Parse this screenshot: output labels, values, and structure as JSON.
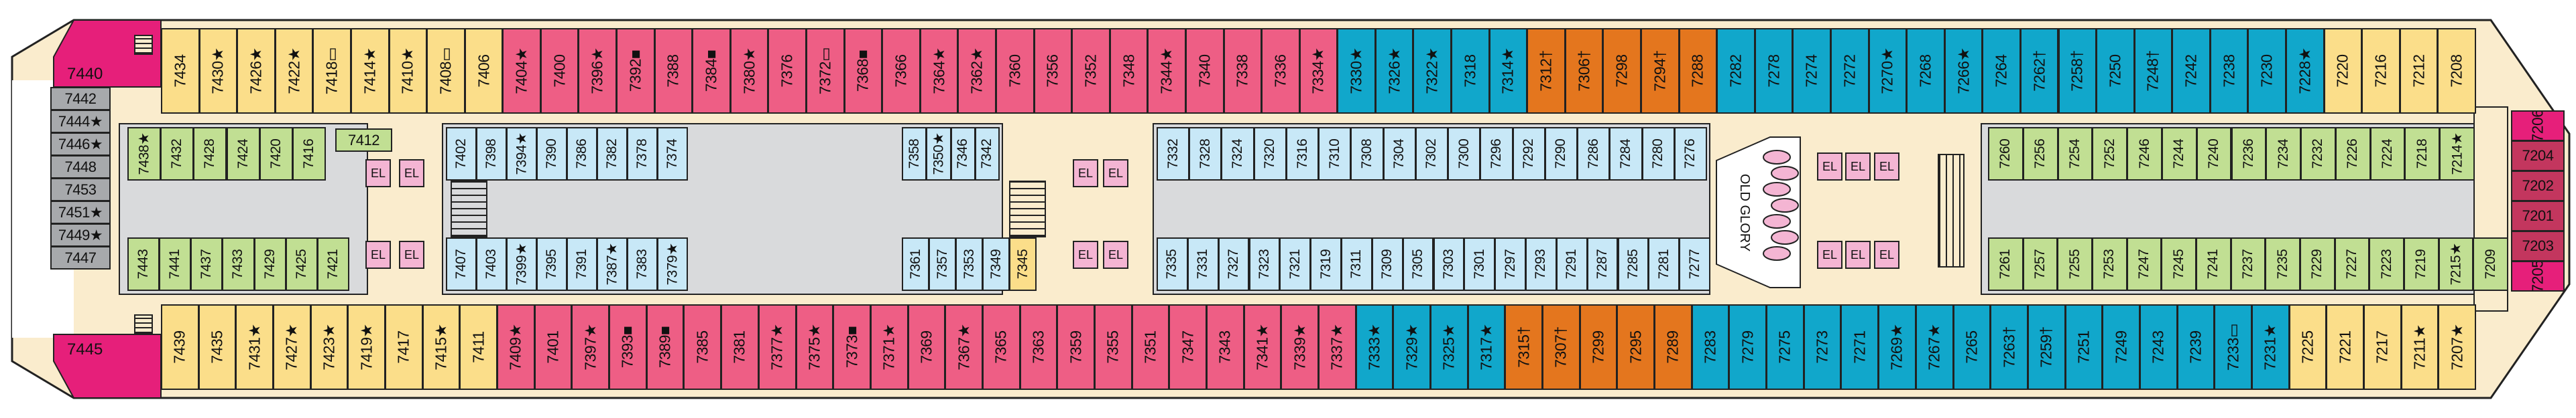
{
  "colors": {
    "pink": "#ee5e85",
    "orange": "#e4761e",
    "teal": "#11a7cb",
    "yellow": "#fbde8a",
    "green": "#c1df93",
    "lightblue": "#c8e8f7",
    "magenta": "#e61f7a",
    "maroon": "#c3365e",
    "gray": "#a7a9ac",
    "corridor": "#d9dadc",
    "deck": "#faeccd",
    "elevator": "#f4b5d3"
  },
  "labels": {
    "old_glory": "OLD GLORY",
    "elevator": "EL"
  },
  "top_row": [
    {
      "n": "7434",
      "c": "yellow"
    },
    {
      "n": "7430★",
      "c": "yellow"
    },
    {
      "n": "7426★",
      "c": "yellow"
    },
    {
      "n": "7422★",
      "c": "yellow"
    },
    {
      "n": "7418▭",
      "c": "yellow"
    },
    {
      "n": "7414★",
      "c": "yellow"
    },
    {
      "n": "7410★",
      "c": "yellow"
    },
    {
      "n": "7408▭",
      "c": "yellow"
    },
    {
      "n": "7406",
      "c": "yellow"
    },
    {
      "n": "7404★",
      "c": "pink"
    },
    {
      "n": "7400",
      "c": "pink"
    },
    {
      "n": "7396★",
      "c": "pink"
    },
    {
      "n": "7392■",
      "c": "pink"
    },
    {
      "n": "7388",
      "c": "pink"
    },
    {
      "n": "7384■",
      "c": "pink"
    },
    {
      "n": "7380★",
      "c": "pink"
    },
    {
      "n": "7376",
      "c": "pink"
    },
    {
      "n": "7372▭",
      "c": "pink"
    },
    {
      "n": "7368■",
      "c": "pink"
    },
    {
      "n": "7366",
      "c": "pink"
    },
    {
      "n": "7364★",
      "c": "pink"
    },
    {
      "n": "7362★",
      "c": "pink"
    },
    {
      "n": "7360",
      "c": "pink"
    },
    {
      "n": "7356",
      "c": "pink"
    },
    {
      "n": "7352",
      "c": "pink"
    },
    {
      "n": "7348",
      "c": "pink"
    },
    {
      "n": "7344★",
      "c": "pink"
    },
    {
      "n": "7340",
      "c": "pink"
    },
    {
      "n": "7338",
      "c": "pink"
    },
    {
      "n": "7336",
      "c": "pink"
    },
    {
      "n": "7334★",
      "c": "pink"
    },
    {
      "n": "7330★",
      "c": "teal"
    },
    {
      "n": "7326★",
      "c": "teal"
    },
    {
      "n": "7322★",
      "c": "teal"
    },
    {
      "n": "7318",
      "c": "teal"
    },
    {
      "n": "7314★",
      "c": "teal"
    },
    {
      "n": "7312†",
      "c": "orange"
    },
    {
      "n": "7306†",
      "c": "orange"
    },
    {
      "n": "7298",
      "c": "orange"
    },
    {
      "n": "7294†",
      "c": "orange"
    },
    {
      "n": "7288",
      "c": "orange"
    },
    {
      "n": "7282",
      "c": "teal"
    },
    {
      "n": "7278",
      "c": "teal"
    },
    {
      "n": "7274",
      "c": "teal"
    },
    {
      "n": "7272",
      "c": "teal"
    },
    {
      "n": "7270★",
      "c": "teal"
    },
    {
      "n": "7268",
      "c": "teal"
    },
    {
      "n": "7266★",
      "c": "teal"
    },
    {
      "n": "7264",
      "c": "teal"
    },
    {
      "n": "7262†",
      "c": "teal"
    },
    {
      "n": "7258†",
      "c": "teal"
    },
    {
      "n": "7250",
      "c": "teal"
    },
    {
      "n": "7248†",
      "c": "teal"
    },
    {
      "n": "7242",
      "c": "teal"
    },
    {
      "n": "7238",
      "c": "teal"
    },
    {
      "n": "7230",
      "c": "teal"
    },
    {
      "n": "7228★",
      "c": "teal"
    },
    {
      "n": "7220",
      "c": "yellow"
    },
    {
      "n": "7216",
      "c": "yellow"
    },
    {
      "n": "7212",
      "c": "yellow"
    },
    {
      "n": "7208",
      "c": "yellow"
    }
  ],
  "bottom_row": [
    {
      "n": "7439",
      "c": "yellow"
    },
    {
      "n": "7435",
      "c": "yellow"
    },
    {
      "n": "7431★",
      "c": "yellow"
    },
    {
      "n": "7427★",
      "c": "yellow"
    },
    {
      "n": "7423★",
      "c": "yellow"
    },
    {
      "n": "7419★",
      "c": "yellow"
    },
    {
      "n": "7417",
      "c": "yellow"
    },
    {
      "n": "7415★",
      "c": "yellow"
    },
    {
      "n": "7411",
      "c": "yellow"
    },
    {
      "n": "7409★",
      "c": "pink"
    },
    {
      "n": "7401",
      "c": "pink"
    },
    {
      "n": "7397★",
      "c": "pink"
    },
    {
      "n": "7393■",
      "c": "pink"
    },
    {
      "n": "7389■",
      "c": "pink"
    },
    {
      "n": "7385",
      "c": "pink"
    },
    {
      "n": "7381",
      "c": "pink"
    },
    {
      "n": "7377★",
      "c": "pink"
    },
    {
      "n": "7375★",
      "c": "pink"
    },
    {
      "n": "7373■",
      "c": "pink"
    },
    {
      "n": "7371★",
      "c": "pink"
    },
    {
      "n": "7369",
      "c": "pink"
    },
    {
      "n": "7367★",
      "c": "pink"
    },
    {
      "n": "7365",
      "c": "pink"
    },
    {
      "n": "7363",
      "c": "pink"
    },
    {
      "n": "7359",
      "c": "pink"
    },
    {
      "n": "7355",
      "c": "pink"
    },
    {
      "n": "7351",
      "c": "pink"
    },
    {
      "n": "7347",
      "c": "pink"
    },
    {
      "n": "7343",
      "c": "pink"
    },
    {
      "n": "7341★",
      "c": "pink"
    },
    {
      "n": "7339★",
      "c": "pink"
    },
    {
      "n": "7337★",
      "c": "pink"
    },
    {
      "n": "7333★",
      "c": "teal"
    },
    {
      "n": "7329★",
      "c": "teal"
    },
    {
      "n": "7325★",
      "c": "teal"
    },
    {
      "n": "7317★",
      "c": "teal"
    },
    {
      "n": "7315†",
      "c": "orange"
    },
    {
      "n": "7307†",
      "c": "orange"
    },
    {
      "n": "7299",
      "c": "orange"
    },
    {
      "n": "7295",
      "c": "orange"
    },
    {
      "n": "7289",
      "c": "orange"
    },
    {
      "n": "7283",
      "c": "teal"
    },
    {
      "n": "7279",
      "c": "teal"
    },
    {
      "n": "7275",
      "c": "teal"
    },
    {
      "n": "7273",
      "c": "teal"
    },
    {
      "n": "7271",
      "c": "teal"
    },
    {
      "n": "7269★",
      "c": "teal"
    },
    {
      "n": "7267★",
      "c": "teal"
    },
    {
      "n": "7265",
      "c": "teal"
    },
    {
      "n": "7263†",
      "c": "teal"
    },
    {
      "n": "7259†",
      "c": "teal"
    },
    {
      "n": "7251",
      "c": "teal"
    },
    {
      "n": "7249",
      "c": "teal"
    },
    {
      "n": "7243",
      "c": "teal"
    },
    {
      "n": "7239",
      "c": "teal"
    },
    {
      "n": "7233▭",
      "c": "teal"
    },
    {
      "n": "7231★",
      "c": "teal"
    },
    {
      "n": "7225",
      "c": "yellow"
    },
    {
      "n": "7221",
      "c": "yellow"
    },
    {
      "n": "7217",
      "c": "yellow"
    },
    {
      "n": "7211★",
      "c": "yellow"
    },
    {
      "n": "7207★",
      "c": "yellow"
    }
  ],
  "inner_top": [
    {
      "n": "7438★",
      "c": "green"
    },
    {
      "n": "7432",
      "c": "green"
    },
    {
      "n": "7428",
      "c": "green"
    },
    {
      "n": "7424",
      "c": "green"
    },
    {
      "n": "7420",
      "c": "green"
    },
    {
      "n": "7416",
      "c": "green"
    },
    {
      "n": "7402",
      "c": "lightblue"
    },
    {
      "n": "7398",
      "c": "lightblue"
    },
    {
      "n": "7394★",
      "c": "lightblue"
    },
    {
      "n": "7390",
      "c": "lightblue"
    },
    {
      "n": "7386",
      "c": "lightblue"
    },
    {
      "n": "7382",
      "c": "lightblue"
    },
    {
      "n": "7378",
      "c": "lightblue"
    },
    {
      "n": "7374",
      "c": "lightblue"
    },
    {
      "n": "7358",
      "c": "lightblue"
    },
    {
      "n": "7350★",
      "c": "lightblue"
    },
    {
      "n": "7346",
      "c": "lightblue"
    },
    {
      "n": "7342",
      "c": "lightblue"
    },
    {
      "n": "7332",
      "c": "lightblue"
    },
    {
      "n": "7328",
      "c": "lightblue"
    },
    {
      "n": "7324",
      "c": "lightblue"
    },
    {
      "n": "7320",
      "c": "lightblue"
    },
    {
      "n": "7316",
      "c": "lightblue"
    },
    {
      "n": "7310",
      "c": "lightblue"
    },
    {
      "n": "7308",
      "c": "lightblue"
    },
    {
      "n": "7304",
      "c": "lightblue"
    },
    {
      "n": "7302",
      "c": "lightblue"
    },
    {
      "n": "7300",
      "c": "lightblue"
    },
    {
      "n": "7296",
      "c": "lightblue"
    },
    {
      "n": "7292",
      "c": "lightblue"
    },
    {
      "n": "7290",
      "c": "lightblue"
    },
    {
      "n": "7286",
      "c": "lightblue"
    },
    {
      "n": "7284",
      "c": "lightblue"
    },
    {
      "n": "7280",
      "c": "lightblue"
    },
    {
      "n": "7276",
      "c": "lightblue"
    },
    {
      "n": "7260",
      "c": "green"
    },
    {
      "n": "7256",
      "c": "green"
    },
    {
      "n": "7254",
      "c": "green"
    },
    {
      "n": "7252",
      "c": "green"
    },
    {
      "n": "7246",
      "c": "green"
    },
    {
      "n": "7244",
      "c": "green"
    },
    {
      "n": "7240",
      "c": "green"
    },
    {
      "n": "7236",
      "c": "green"
    },
    {
      "n": "7234",
      "c": "green"
    },
    {
      "n": "7232",
      "c": "green"
    },
    {
      "n": "7226",
      "c": "green"
    },
    {
      "n": "7224",
      "c": "green"
    },
    {
      "n": "7218",
      "c": "green"
    },
    {
      "n": "7214★",
      "c": "green"
    }
  ],
  "inner_bottom": [
    {
      "n": "7443",
      "c": "green"
    },
    {
      "n": "7441",
      "c": "green"
    },
    {
      "n": "7437",
      "c": "green"
    },
    {
      "n": "7433",
      "c": "green"
    },
    {
      "n": "7429",
      "c": "green"
    },
    {
      "n": "7425",
      "c": "green"
    },
    {
      "n": "7421",
      "c": "green"
    },
    {
      "n": "7407",
      "c": "lightblue"
    },
    {
      "n": "7403",
      "c": "lightblue"
    },
    {
      "n": "7399★",
      "c": "lightblue"
    },
    {
      "n": "7395",
      "c": "lightblue"
    },
    {
      "n": "7391",
      "c": "lightblue"
    },
    {
      "n": "7387★",
      "c": "lightblue"
    },
    {
      "n": "7383",
      "c": "lightblue"
    },
    {
      "n": "7379★",
      "c": "lightblue"
    },
    {
      "n": "7361",
      "c": "lightblue"
    },
    {
      "n": "7357",
      "c": "lightblue"
    },
    {
      "n": "7353",
      "c": "lightblue"
    },
    {
      "n": "7349",
      "c": "lightblue"
    },
    {
      "n": "7345",
      "c": "yellow"
    },
    {
      "n": "7335",
      "c": "lightblue"
    },
    {
      "n": "7331",
      "c": "lightblue"
    },
    {
      "n": "7327",
      "c": "lightblue"
    },
    {
      "n": "7323",
      "c": "lightblue"
    },
    {
      "n": "7321",
      "c": "lightblue"
    },
    {
      "n": "7319",
      "c": "lightblue"
    },
    {
      "n": "7311",
      "c": "lightblue"
    },
    {
      "n": "7309",
      "c": "lightblue"
    },
    {
      "n": "7305",
      "c": "lightblue"
    },
    {
      "n": "7303",
      "c": "lightblue"
    },
    {
      "n": "7301",
      "c": "lightblue"
    },
    {
      "n": "7297",
      "c": "lightblue"
    },
    {
      "n": "7293",
      "c": "lightblue"
    },
    {
      "n": "7291",
      "c": "lightblue"
    },
    {
      "n": "7287",
      "c": "lightblue"
    },
    {
      "n": "7285",
      "c": "lightblue"
    },
    {
      "n": "7281",
      "c": "lightblue"
    },
    {
      "n": "7277",
      "c": "lightblue"
    },
    {
      "n": "7261",
      "c": "green"
    },
    {
      "n": "7257",
      "c": "green"
    },
    {
      "n": "7255",
      "c": "green"
    },
    {
      "n": "7253",
      "c": "green"
    },
    {
      "n": "7247",
      "c": "green"
    },
    {
      "n": "7245",
      "c": "green"
    },
    {
      "n": "7241",
      "c": "green"
    },
    {
      "n": "7237",
      "c": "green"
    },
    {
      "n": "7235",
      "c": "green"
    },
    {
      "n": "7229",
      "c": "green"
    },
    {
      "n": "7227",
      "c": "green"
    },
    {
      "n": "7223",
      "c": "green"
    },
    {
      "n": "7219",
      "c": "green"
    },
    {
      "n": "7215★",
      "c": "green"
    },
    {
      "n": "7209",
      "c": "green"
    }
  ],
  "aft_stack": [
    "7442",
    "7444★",
    "7446★",
    "7448",
    "7453",
    "7451★",
    "7449★",
    "7447"
  ],
  "aft_corner_top": "7440",
  "aft_corner_bottom": "7445",
  "aft_mid_cabin": "7412",
  "bow_stack": [
    "7206",
    "7204",
    "7202",
    "7201",
    "7203",
    "7205"
  ]
}
